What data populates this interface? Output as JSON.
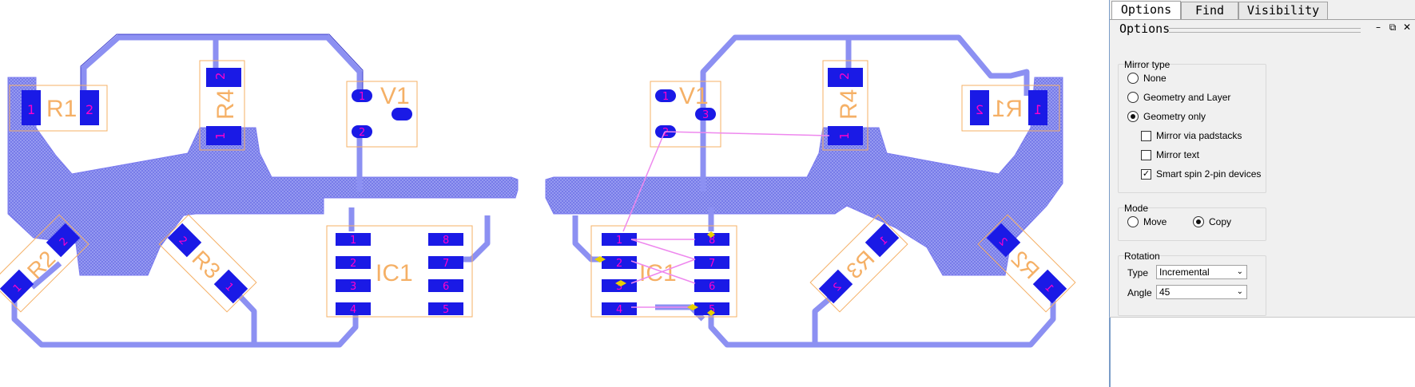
{
  "board_left": {
    "parts": [
      {
        "ref": "R1",
        "pins": [
          "1",
          "2"
        ]
      },
      {
        "ref": "R4",
        "pins": [
          "1",
          "2"
        ]
      },
      {
        "ref": "V1",
        "pins": [
          "1",
          "2"
        ]
      },
      {
        "ref": "R2",
        "pins": [
          "1",
          "2"
        ]
      },
      {
        "ref": "R3",
        "pins": [
          "1",
          "2"
        ]
      },
      {
        "ref": "IC1",
        "pins": [
          "1",
          "2",
          "3",
          "4",
          "5",
          "6",
          "7",
          "8"
        ]
      }
    ]
  },
  "board_right": {
    "parts": [
      {
        "ref": "V1",
        "pins": [
          "1",
          "2",
          "3"
        ]
      },
      {
        "ref": "R4",
        "pins": [
          "1",
          "2"
        ]
      },
      {
        "ref": "R1",
        "pins": [
          "1",
          "2"
        ]
      },
      {
        "ref": "R3",
        "pins": [
          "1",
          "2"
        ]
      },
      {
        "ref": "R2",
        "pins": [
          "1",
          "2"
        ]
      },
      {
        "ref": "IC1",
        "pins": [
          "1",
          "2",
          "3",
          "4",
          "5",
          "6",
          "7",
          "8"
        ]
      }
    ]
  },
  "colors": {
    "copper": "#7b7bf0",
    "pad": "#1a1ae6",
    "silk": "#f5b066",
    "pin_text": "#ff00cc",
    "ratsnest": "#ee88ee",
    "marker": "#e8d000"
  },
  "panel": {
    "tabs": [
      "Options",
      "Find",
      "Visibility"
    ],
    "title": "Options",
    "mirror_type": {
      "title": "Mirror type",
      "options": [
        "None",
        "Geometry and Layer",
        "Geometry only"
      ],
      "selected": "Geometry only",
      "checks": [
        {
          "label": "Mirror via padstacks",
          "checked": false
        },
        {
          "label": "Mirror text",
          "checked": false
        },
        {
          "label": "Smart spin 2-pin devices",
          "checked": true
        }
      ]
    },
    "mode": {
      "title": "Mode",
      "options": [
        "Move",
        "Copy"
      ],
      "selected": "Copy"
    },
    "rotation": {
      "title": "Rotation",
      "type_label": "Type",
      "type_value": "Incremental",
      "angle_label": "Angle",
      "angle_value": "45"
    }
  }
}
